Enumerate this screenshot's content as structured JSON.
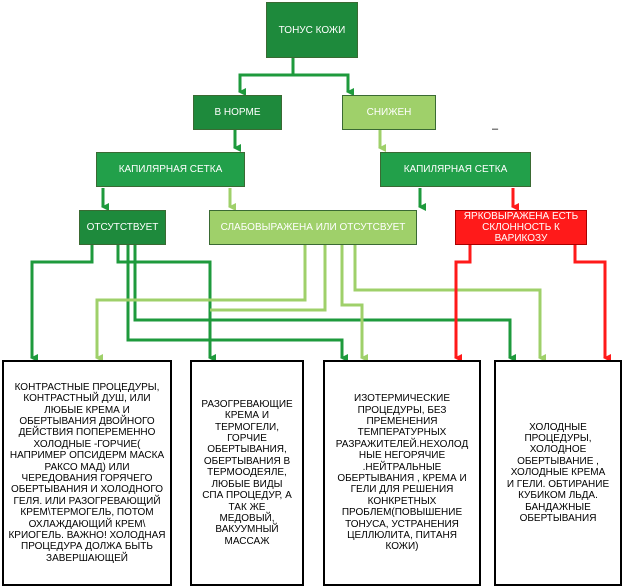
{
  "nodes": {
    "root": "ТОНУС КОЖИ",
    "normal": "В НОРМЕ",
    "reduced": "СНИЖЕН",
    "cap_left": "КАПИЛЯРНАЯ СЕТКА",
    "cap_right": "КАПИЛЯРНАЯ СЕТКА",
    "absent": "ОТСУТСТВУЕТ",
    "weak": "СЛАБОВЫРАЖЕНА ИЛИ ОТСУТСВУЕТ",
    "strong": "ЯРКОВЫРАЖЕНА ЕСТЬ СКЛОННОСТЬ К ВАРИКОЗУ"
  },
  "results": {
    "r1": "КОНТРАСТНЫЕ ПРОЦЕДУРЫ, КОНТРАСТНЫЙ ДУШ, ИЛИ ЛЮБЫЕ КРЕМА И ОБЕРТЫВАНИЯ ДВОЙНОГО ДЕЙСТВИЯ ПОПЕРЕМЕННО ХОЛОДНЫЕ -ГОРЧИЕ( НАПРИМЕР ОПСИДЕРМ МАСКА РАКСО МАД) ИЛИ ЧЕРЕДОВАНИЯ ГОРЯЧЕГО ОБЕРТЫВАНИЯ И ХОЛОДНОГО ГЕЛЯ.  ИЛИ РАЗОГРЕВАЮЩИЙ КРЕМ\\ТЕРМОГЕЛЬ, ПОТОМ ОХЛАЖДАЮЩИЙ КРЕМ\\ КРИОГЕЛЬ. ВАЖНО! ХОЛОДНАЯ ПРОЦЕДУРА ДОЛЖА БЫТЬ ЗАВЕРШАЮЩЕЙ",
    "r2": "РАЗОГРЕВАЮЩИЕ КРЕМА И ТЕРМОГЕЛИ, ГОРЧИЕ ОБЕРТЫВАНИЯ, ОБЕРТЫВАНИЯ В ТЕРМООДЕЯЛЕ, ЛЮБЫЕ ВИДЫ СПА ПРОЦЕДУР, А ТАК ЖЕ МЕДОВЫЙ, ВАКУУМНЫЙ МАССАЖ",
    "r3": "ИЗОТЕРМИЧЕСКИЕ ПРОЦЕДУРЫ, БЕЗ ПРЕМЕНЕНИЯ ТЕМПЕРАТУРНЫХ РАЗРАЖИТЕЛЕЙ.НЕХОЛОД НЫЕ НЕГОРЯЧИЕ .НЕЙТРАЛЬНЫЕ ОБЕРТЫВАНИЯ , КРЕМА И ГЕЛИ ДЛЯ РЕШЕНИЯ КОНКРЕТНЫХ ПРОБЛЕМ(ПОВЫШЕНИЕ ТОНУСА, УСТРАНЕНИЯ ЦЕЛЛЮЛИТА, ПИТАНЯ КОЖИ)",
    "r4": "ХОЛОДНЫЕ ПРОЦЕДУРЫ, ХОЛОДНОЕ ОБЕРТЫВАНИЕ , ХОЛОДНЫЕ КРЕМА И ГЕЛИ. ОБТИРАНИЕ КУБИКОМ ЛЬДА. БАНДАЖНЫЕ ОБЕРТЫВАНИЯ"
  },
  "stray_mark": "–",
  "colors": {
    "dark_green": "#1e8a3c",
    "medium_green": "#22a04a",
    "light_green": "#9fd06a",
    "red": "#ff1a1a"
  }
}
